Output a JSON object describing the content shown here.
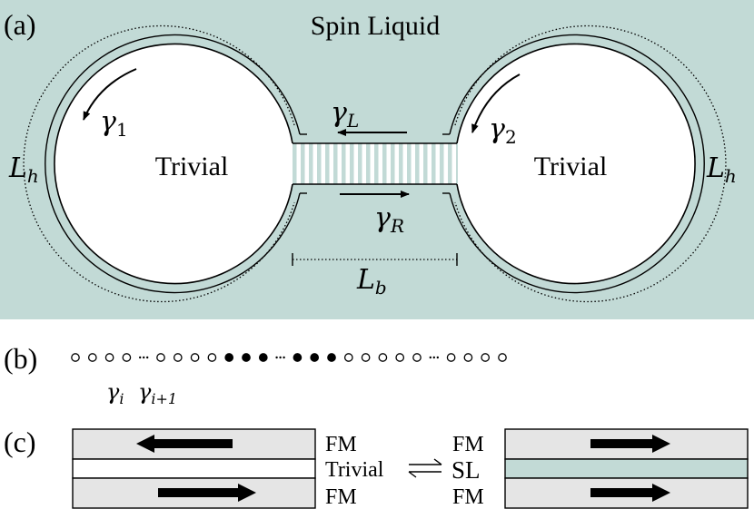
{
  "panel_a": {
    "label": "(a)",
    "title": "Spin Liquid",
    "left_region": "Trivial",
    "right_region": "Trivial",
    "gamma1": {
      "base": "γ",
      "sub": "1"
    },
    "gamma2": {
      "base": "γ",
      "sub": "2"
    },
    "gammaL": {
      "base": "γ",
      "sub": "L"
    },
    "gammaR": {
      "base": "γ",
      "sub": "R"
    },
    "Lh_left": {
      "base": "L",
      "sub": "h"
    },
    "Lh_right": {
      "base": "L",
      "sub": "h"
    },
    "Lb": {
      "base": "L",
      "sub": "b"
    }
  },
  "panel_b": {
    "label": "(b)",
    "chain": [
      "open",
      "open",
      "open",
      "open",
      "dots",
      "open",
      "open",
      "open",
      "open",
      "filled",
      "filled",
      "filled",
      "dots",
      "filled",
      "filled",
      "filled",
      "open",
      "open",
      "open",
      "open",
      "open",
      "dots",
      "open",
      "open",
      "open",
      "open"
    ],
    "gamma_i": {
      "base": "γ",
      "sub": "i"
    },
    "gamma_i1": {
      "base": "γ",
      "sub": "i+1"
    }
  },
  "panel_c": {
    "label": "(c)",
    "fm_top_left": "FM",
    "fm_bottom_left": "FM",
    "fm_top_right": "FM",
    "fm_bottom_right": "FM",
    "trivial": "Trivial",
    "sl": "SL"
  },
  "colors": {
    "spin_liquid": "#c2dad6",
    "ferromagnet": "#e5e5e5",
    "line": "#000000"
  }
}
